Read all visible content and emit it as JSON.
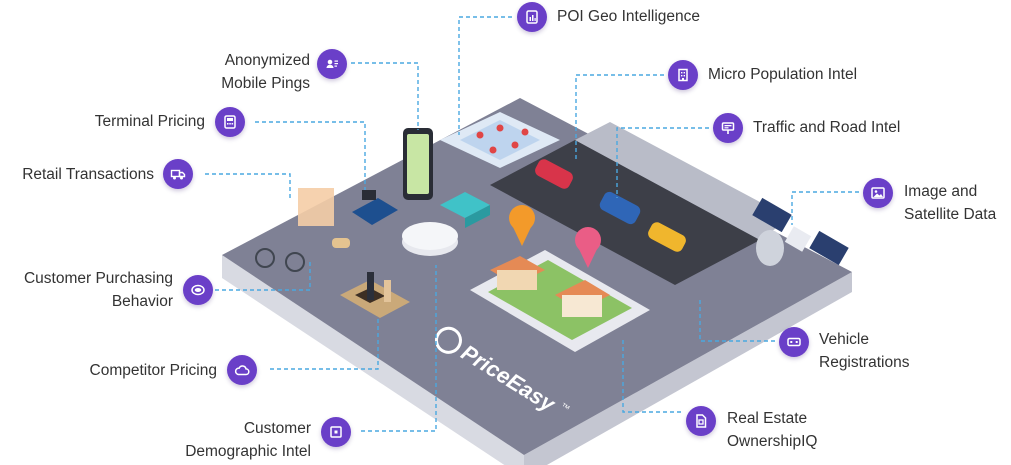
{
  "brand": {
    "name": "PriceEasy",
    "trademark": "™"
  },
  "colors": {
    "accent": "#6a3fc8",
    "connector": "#4aa8e0",
    "platform_top": "#7d7f93",
    "platform_side": "#cfd1da",
    "road": "#3e4049"
  },
  "sources": {
    "poi_geo": {
      "line1": "POI Geo Intelligence",
      "icon": "bar-chart-doc-icon"
    },
    "anonymized_pings": {
      "line1": "Anonymized",
      "line2": "Mobile Pings",
      "icon": "contact-card-icon"
    },
    "micro_population": {
      "line1": "Micro Population Intel",
      "icon": "building-icon"
    },
    "terminal_pricing": {
      "line1": "Terminal Pricing",
      "icon": "pos-terminal-icon"
    },
    "traffic_road": {
      "line1": "Traffic and Road Intel",
      "icon": "road-sign-icon"
    },
    "retail_transactions": {
      "line1": "Retail Transactions",
      "icon": "delivery-truck-icon"
    },
    "image_satellite": {
      "line1": "Image and",
      "line2": "Satellite Data",
      "icon": "image-icon"
    },
    "customer_purchasing": {
      "line1": "Customer Purchasing",
      "line2": "Behavior",
      "icon": "wallet-icon"
    },
    "vehicle_registrations": {
      "line1": "Vehicle",
      "line2": "Registrations",
      "icon": "license-plate-icon"
    },
    "competitor_pricing": {
      "line1": "Competitor Pricing",
      "icon": "cloud-icon"
    },
    "real_estate": {
      "line1": "Real Estate",
      "line2": "OwnershipIQ",
      "icon": "document-icon"
    },
    "customer_demographic": {
      "line1": "Customer",
      "line2": "Demographic Intel",
      "icon": "frame-icon"
    }
  }
}
